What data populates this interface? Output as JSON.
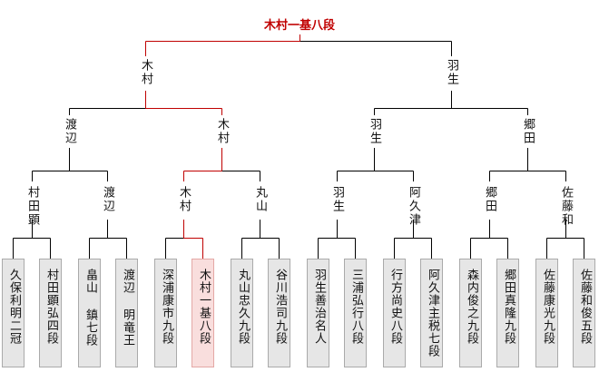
{
  "colors": {
    "line": "#000000",
    "win_line": "#c00000",
    "box": "#e6e6e6",
    "winner_box": "#f9dedd"
  },
  "bracket": {
    "champion": "木村一基八段",
    "final": [
      "木村",
      "羽生"
    ],
    "semifinals": [
      "渡辺",
      "木村",
      "羽生",
      "郷田"
    ],
    "quarterfinals": [
      "村田顕",
      "渡辺",
      "木村",
      "丸山",
      "羽生",
      "阿久津",
      "郷田",
      "佐藤和"
    ],
    "players": [
      "久保利明二冠",
      "村田顕弘四段",
      "畠山 鎮七段",
      "渡辺 明竜王",
      "深浦康市九段",
      "木村一基八段",
      "丸山忠久九段",
      "谷川浩司九段",
      "羽生善治名人",
      "三浦弘行八段",
      "行方尚史八段",
      "阿久津主税七段",
      "森内俊之九段",
      "郷田真隆九段",
      "佐藤康光九段",
      "佐藤和俊五段"
    ],
    "winner_player_index": 5
  }
}
